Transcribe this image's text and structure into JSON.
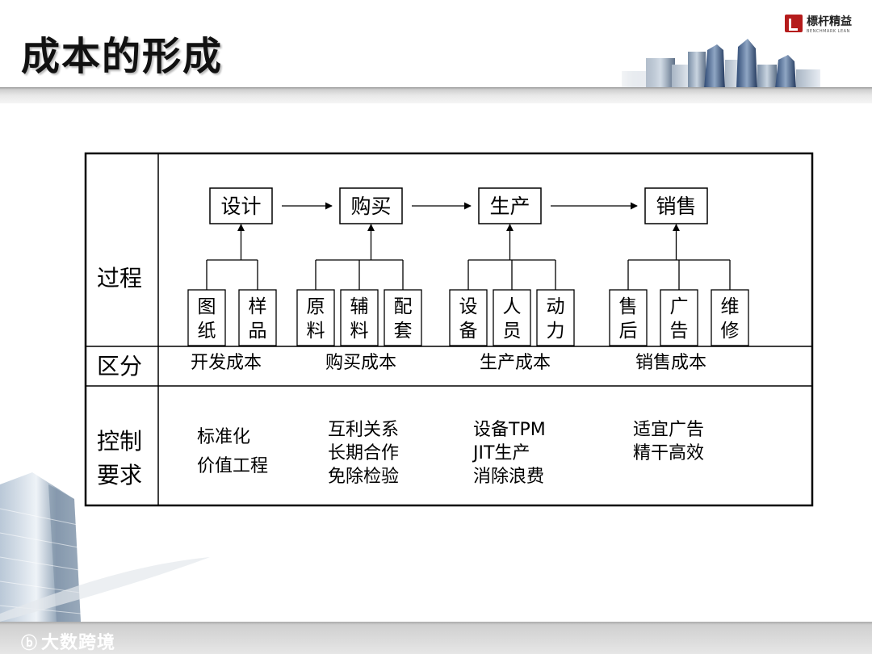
{
  "slide": {
    "title": "成本的形成"
  },
  "logo": {
    "name": "標杆精益",
    "sub": "BENCHMARK LEAN"
  },
  "watermark": {
    "icon": "ⓑ",
    "text": "大数跨境"
  },
  "table": {
    "row_labels": {
      "process": "过程",
      "category": "区分",
      "control_line1": "控制",
      "control_line2": "要求"
    },
    "stages": [
      {
        "name": "设计",
        "inputs": [
          [
            "图",
            "纸"
          ],
          [
            "样",
            "品"
          ]
        ],
        "category": "开发成本",
        "requirements": [
          "标准化",
          "价值工程"
        ]
      },
      {
        "name": "购买",
        "inputs": [
          [
            "原",
            "料"
          ],
          [
            "辅",
            "料"
          ],
          [
            "配",
            "套"
          ]
        ],
        "category": "购买成本",
        "requirements": [
          "互利关系",
          "长期合作",
          "免除检验"
        ]
      },
      {
        "name": "生产",
        "inputs": [
          [
            "设",
            "备"
          ],
          [
            "人",
            "员"
          ],
          [
            "动",
            "力"
          ]
        ],
        "category": "生产成本",
        "requirements": [
          "设备TPM",
          "JIT生产",
          "消除浪费"
        ]
      },
      {
        "name": "销售",
        "inputs": [
          [
            "售",
            "后"
          ],
          [
            "广",
            "告"
          ],
          [
            "维",
            "修"
          ]
        ],
        "category": "销售成本",
        "requirements": [
          "适宜广告",
          "精干高效"
        ]
      }
    ]
  }
}
